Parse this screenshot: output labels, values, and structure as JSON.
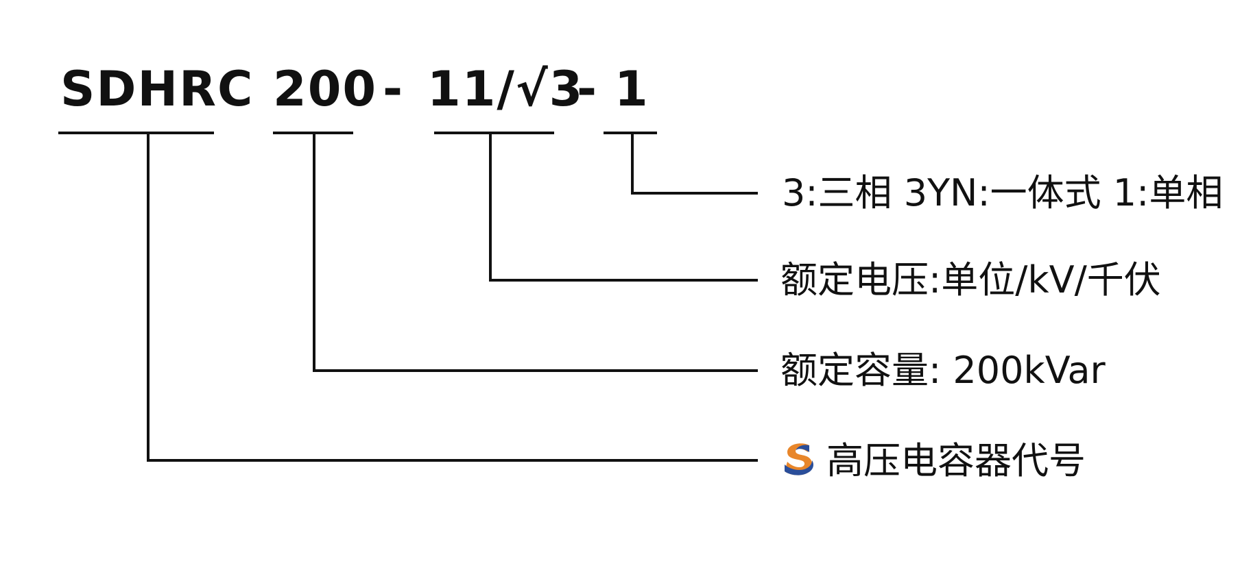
{
  "code": {
    "series": "SDHRC",
    "capacity": "200",
    "dash_1": "-",
    "voltage": "11/√3",
    "dash_2": "-",
    "phase": "1"
  },
  "descriptions": {
    "phase": "3:三相 3YN:一体式 1:单相",
    "voltage": "额定电压:单位/kV/千伏",
    "capacity": "额定容量: 200kVar",
    "series": "高压电容器代号"
  },
  "colors": {
    "line": "#111111",
    "text": "#111111",
    "logo_orange": "#E8862A",
    "logo_blue": "#2A4E9A"
  }
}
